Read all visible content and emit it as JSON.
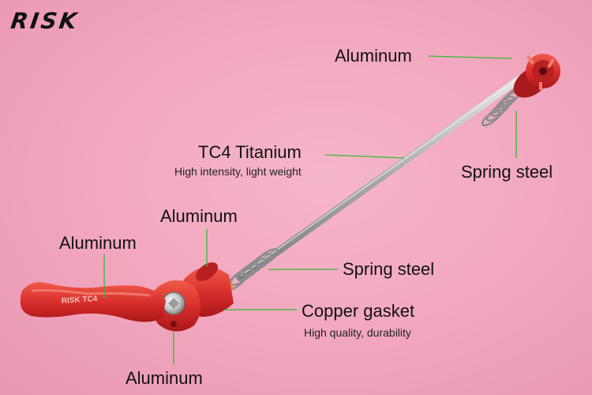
{
  "brand": {
    "logo_text": "RISK"
  },
  "colors": {
    "background": "#f1a6be",
    "part_red": "#d62b2b",
    "metal": "#b9b9b9",
    "copper": "#d79a45",
    "leader_line": "#33bb33"
  },
  "labels": {
    "top_cap": "Aluminum",
    "top_spring": "Spring steel",
    "skewer_rod": "TC4 Titanium",
    "skewer_rod_note": "High intensity, light weight",
    "lever_cup": "Aluminum",
    "lever_handle": "Aluminum",
    "lower_spring": "Spring steel",
    "copper_gasket": "Copper gasket",
    "copper_gasket_note": "High quality, durability",
    "lever_base": "Aluminum"
  },
  "lever_engraving": "RISK TC4"
}
